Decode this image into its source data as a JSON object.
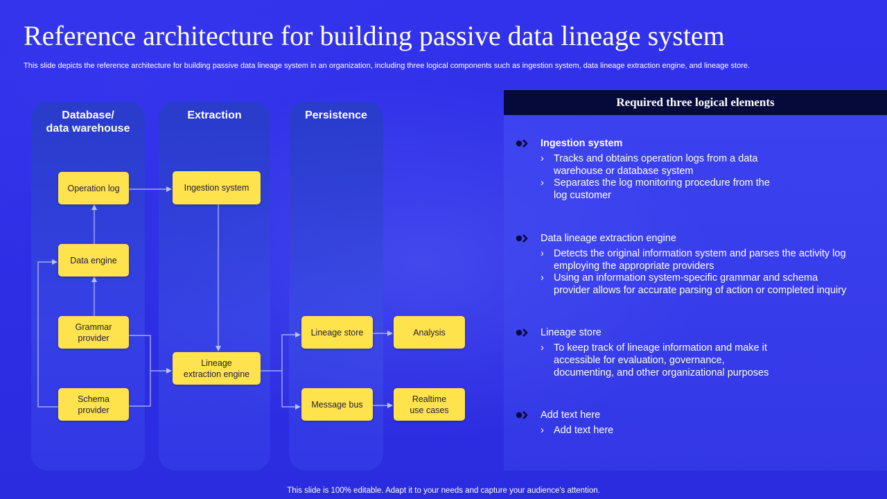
{
  "slide": {
    "title": "Reference architecture for building passive data lineage system",
    "subtitle": "This slide depicts the reference architecture for building passive data lineage system in an organization, including three logical components such as ingestion system, data lineage extraction engine, and lineage store.",
    "footer": "This slide is 100% editable. Adapt it to your needs and capture your audience's attention."
  },
  "diagram": {
    "columns": [
      {
        "heading": "Database/\ndata warehouse"
      },
      {
        "heading": "Extraction"
      },
      {
        "heading": "Persistence"
      }
    ],
    "nodes": {
      "operation_log": "Operation log",
      "data_engine": "Data engine",
      "grammar_provider": "Grammar\nprovider",
      "schema_provider": "Schema\nprovider",
      "ingestion_system": "Ingestion system",
      "lineage_extraction_engine": "Lineage\nextraction engine",
      "lineage_store": "Lineage store",
      "message_bus": "Message bus",
      "analysis": "Analysis",
      "realtime_use_cases": "Realtime\nuse cases"
    },
    "colors": {
      "node": "#ffe34d",
      "connector": "#b8c0ff"
    }
  },
  "panel": {
    "header": "Required three logical elements",
    "sections": [
      {
        "title": "Ingestion system",
        "bold": true,
        "points": [
          "Tracks and obtains operation logs from a data\nwarehouse or database system",
          "Separates the log monitoring procedure from the\nlog customer"
        ]
      },
      {
        "title": "Data lineage extraction engine",
        "bold": false,
        "points": [
          "Detects the original information system and parses the activity log\nemploying the appropriate providers",
          "Using an information system-specific grammar and schema\nprovider allows for accurate parsing of action or completed inquiry"
        ]
      },
      {
        "title": "Lineage store",
        "bold": false,
        "points": [
          "To keep track of lineage information and make it\naccessible for evaluation, governance,\ndocumenting, and other organizational purposes"
        ]
      },
      {
        "title": "Add text here",
        "bold": false,
        "points": [
          "Add text here"
        ]
      }
    ],
    "chevron": "›",
    "bullet_icon": "double-chevron-bullet-icon"
  }
}
